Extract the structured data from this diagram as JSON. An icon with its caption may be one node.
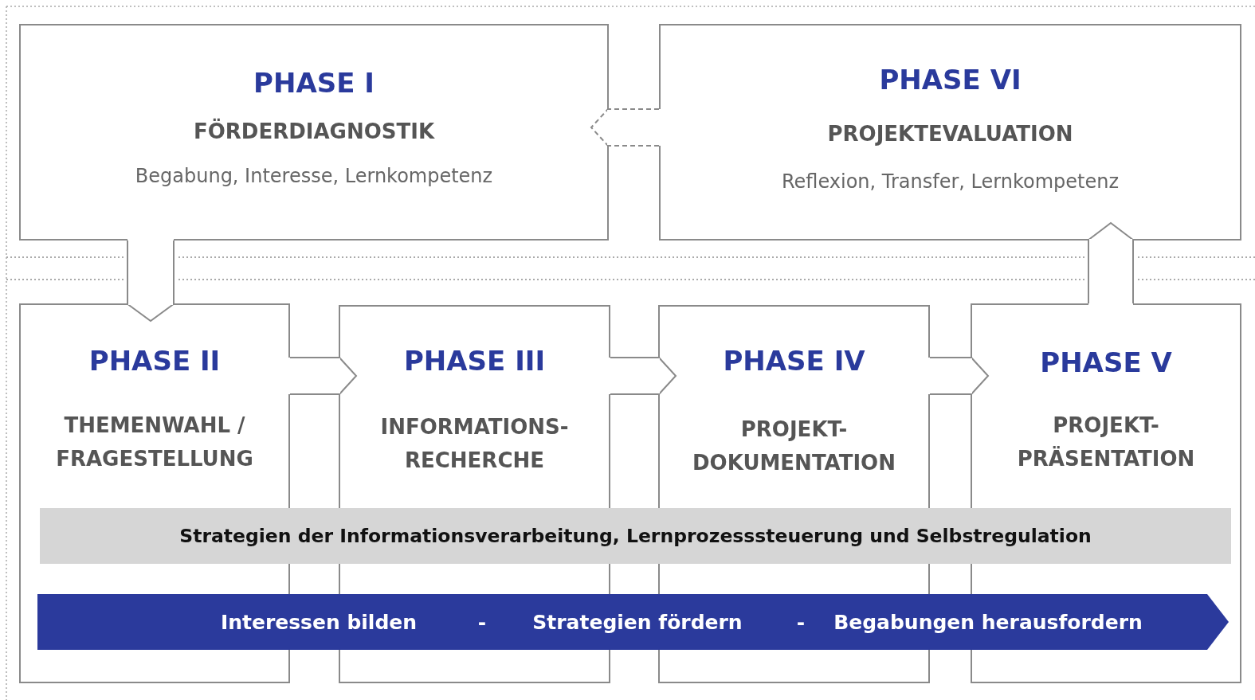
{
  "diagram": {
    "nodes": [
      {
        "text": [
          "PHASE I",
          "FÖRDERDIAGNOSTIK",
          "Begabung, Interesse, Lernkompetenz"
        ]
      },
      {
        "text": [
          "PHASE VI",
          "PROJEKTEVALUATION",
          "Reflexion, Transfer, Lernkompetenz"
        ]
      },
      {
        "text": [
          "PHASE II",
          "THEMENWAHL / FRAGESTELLUNG"
        ]
      },
      {
        "text": [
          "PHASE III",
          "INFORMATIONS- RECHERCHE"
        ]
      },
      {
        "text": [
          "PHASE IV",
          "PROJEKT- DOKUMENTATION"
        ]
      },
      {
        "text": [
          "PHASE V",
          "PROJEKT- PRÄSENTATION"
        ]
      },
      {
        "text": [
          "Strategien der Informationsverarbeitung, Lernprozesssteuerung und Selbstregulation"
        ]
      },
      {
        "text": [
          "Interessen bilden",
          "-",
          "Strategien fördern",
          "-",
          "Begabungen herausfordern"
        ]
      }
    ],
    "edges": [
      {
        "from": 0,
        "to": 2,
        "arrow": "to"
      },
      {
        "from": 2,
        "to": 3,
        "arrow": "to"
      },
      {
        "from": 3,
        "to": 4,
        "arrow": "to"
      },
      {
        "from": 4,
        "to": 5,
        "arrow": "to"
      },
      {
        "from": 5,
        "to": 1,
        "arrow": "to"
      },
      {
        "from": 1,
        "to": 0,
        "arrow": "to",
        "style": "dashed"
      }
    ]
  }
}
